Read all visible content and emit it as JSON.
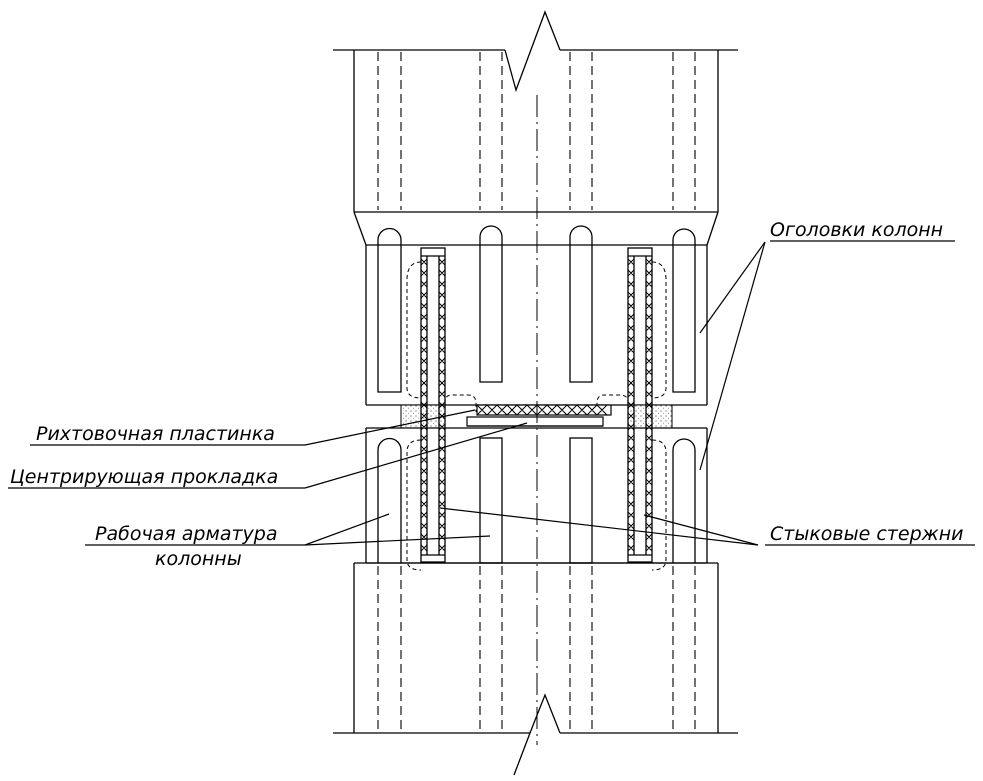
{
  "labels": {
    "caps": "Оголовки колонн",
    "shim_plate": "Рихтовочная пластинка",
    "centering_pad": "Центрирующая прокладка",
    "rebar_line1": "Рабочая арматура",
    "rebar_line2": "колонны",
    "joint_rods": "Стыковые стержни"
  }
}
